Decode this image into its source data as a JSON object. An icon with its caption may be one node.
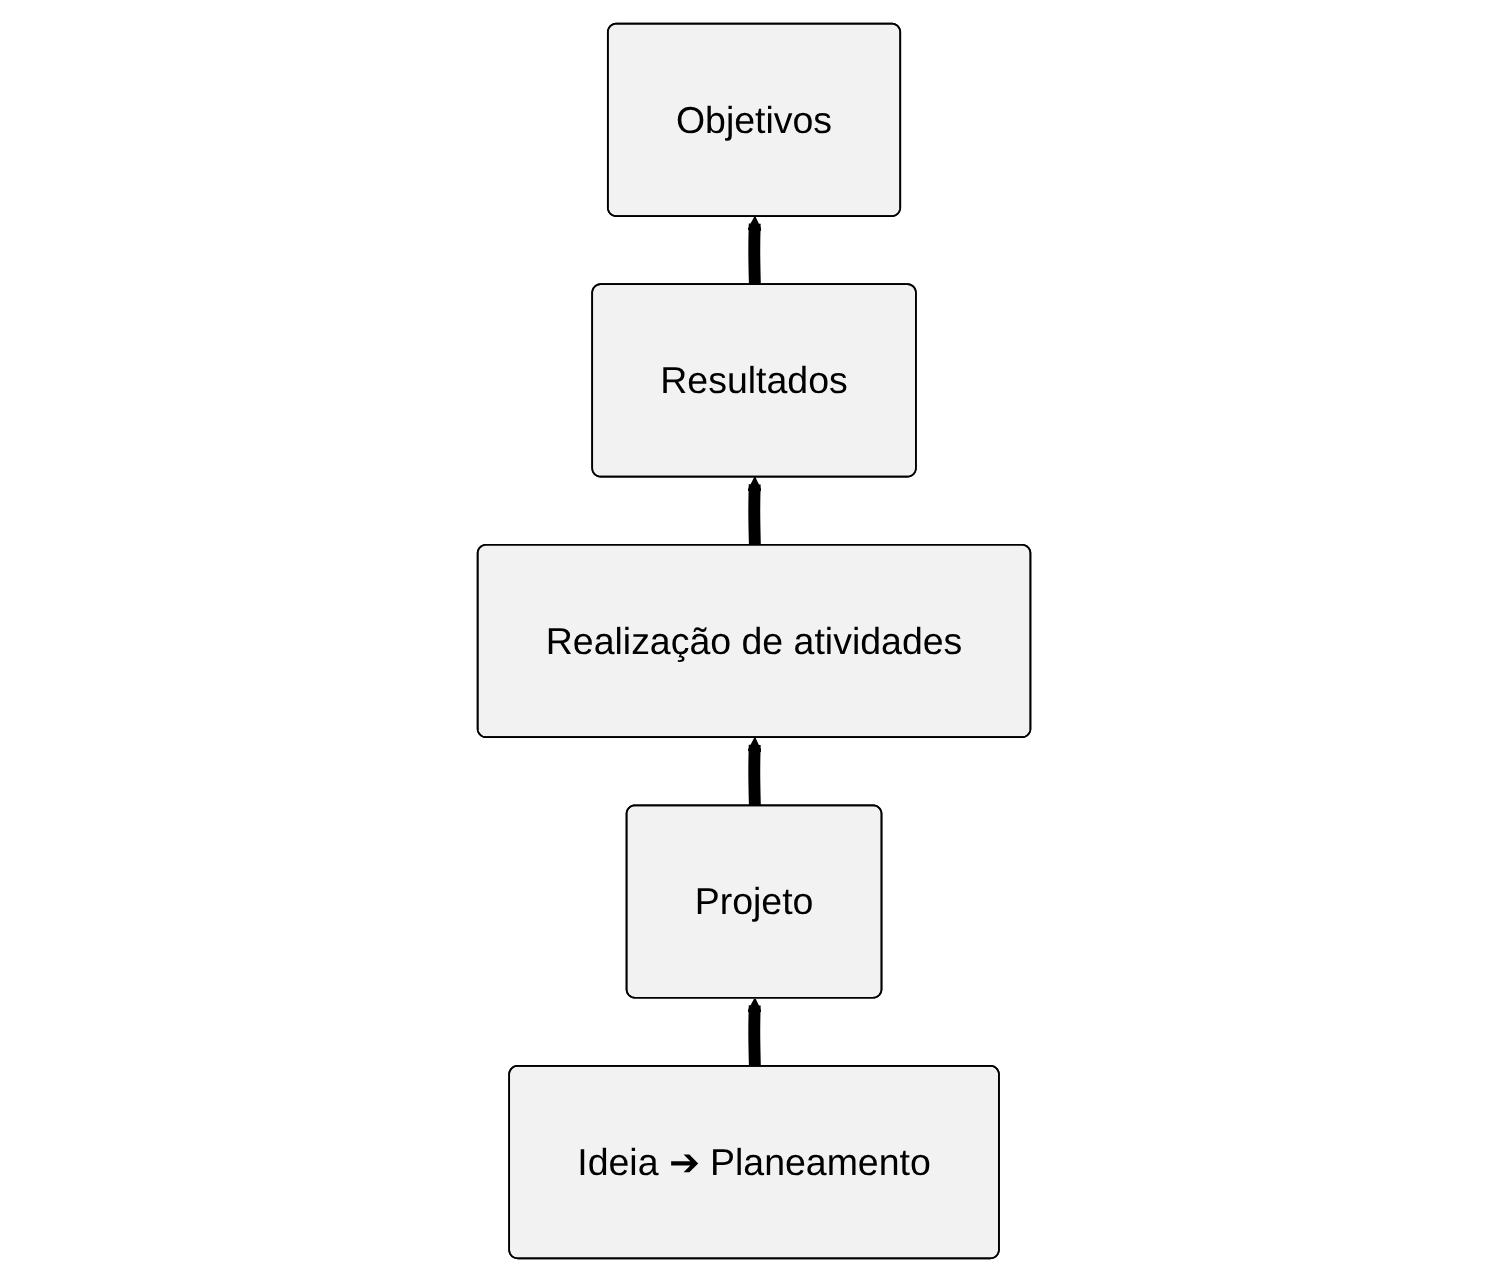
{
  "diagram": {
    "nodes": [
      {
        "text": [
          "Objetivos"
        ]
      },
      {
        "text": [
          "Resultados"
        ]
      },
      {
        "text": [
          "Realização de atividades"
        ]
      },
      {
        "text": [
          "Projeto"
        ]
      },
      {
        "text": [
          "Ideia ➔ Planeamento"
        ]
      }
    ],
    "edges": [
      {
        "from": 4,
        "to": 3,
        "arrow": "to"
      },
      {
        "from": 3,
        "to": 2,
        "arrow": "to"
      },
      {
        "from": 2,
        "to": 1,
        "arrow": "to"
      },
      {
        "from": 1,
        "to": 0,
        "arrow": "to"
      }
    ]
  }
}
